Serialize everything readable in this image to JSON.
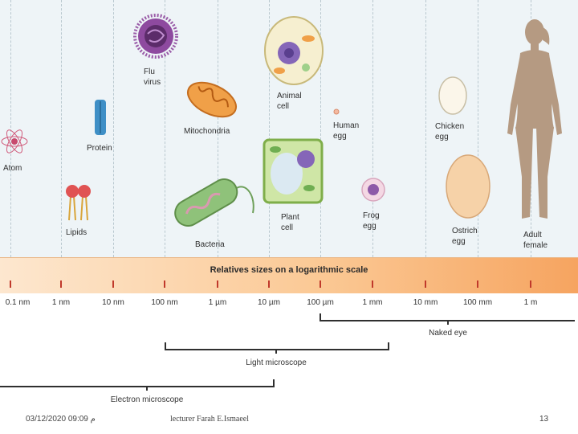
{
  "scale": {
    "title": "Relatives sizes on a logarithmic scale",
    "ticks": [
      "0.1 nm",
      "1 nm",
      "10 nm",
      "100 nm",
      "1 µm",
      "10 µm",
      "100 µm",
      "1 mm",
      "10 mm",
      "100 mm",
      "1 m"
    ]
  },
  "items": {
    "atom": "Atom",
    "lipids": "Lipids",
    "protein": "Protein",
    "flu_virus": "Flu\nvirus",
    "mitochondria": "Mitochondria",
    "bacteria": "Bacteria",
    "animal_cell": "Animal\ncell",
    "plant_cell": "Plant\ncell",
    "human_egg": "Human\negg",
    "frog_egg": "Frog\negg",
    "chicken_egg": "Chicken\negg",
    "ostrich_egg": "Ostrich\negg",
    "adult_female": "Adult\nfemale"
  },
  "ranges": {
    "naked_eye": "Naked eye",
    "light_microscope": "Light microscope",
    "electron_microscope": "Electron microscope"
  },
  "footer": {
    "date": "م 09:09 03/12/2020",
    "author": "lecturer Farah E.Ismaeel",
    "page": "13"
  },
  "colors": {
    "panel": "#eef4f7",
    "scale_start": "#fde7cf",
    "scale_end": "#f6a460",
    "tick": "#c0392b"
  }
}
